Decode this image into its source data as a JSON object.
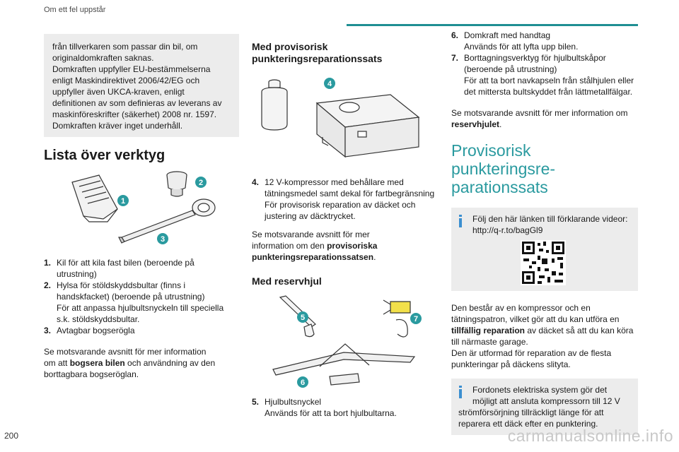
{
  "header": {
    "section_title": "Om ett fel uppstår"
  },
  "page_number": "200",
  "watermark": "carmanualsonline.info",
  "col1": {
    "note_lines": [
      "från tillverkaren som passar din bil, om",
      "originaldomkraften saknas.",
      "Domkraften uppfyller EU-bestämmelserna",
      "enligt Maskindirektivet 2006/42/EG och",
      "uppfyller även UKCA-kraven, enligt",
      "definitionen av som definieras av leverans av",
      "maskinföreskrifter (säkerhet) 2008 nr. 1597.",
      "Domkraften kräver inget underhåll."
    ],
    "heading": "Lista över verktyg",
    "items": [
      {
        "num": "1.",
        "lines": [
          "Kil för att kila fast bilen (beroende på",
          "utrustning)"
        ]
      },
      {
        "num": "2.",
        "lines": [
          "Hylsa för stöldskyddsbultar (finns i",
          "handskfacket) (beroende på utrustning)",
          "För att anpassa hjulbultsnyckeln till speciella",
          "s.k. stöldskyddsbultar."
        ]
      },
      {
        "num": "3.",
        "lines": [
          "Avtagbar bogserögla"
        ]
      }
    ],
    "ref_pre_1": "Se motsvarande avsnitt för mer information",
    "ref_pre_2": "om att ",
    "ref_bold": "bogsera bilen",
    "ref_post": " och användning av den",
    "ref_line3": "borttagbara bogseröglan."
  },
  "col2": {
    "heading1_l1": "Med provisorisk",
    "heading1_l2": "punkteringsreparationssats",
    "item4": {
      "num": "4.",
      "lines": [
        "12 V-kompressor med behållare med",
        "tätningsmedel samt dekal för fartbegränsning",
        "För provisorisk reparation av däcket och",
        "justering av däcktrycket."
      ]
    },
    "ref_l1": "Se motsvarande avsnitt för mer",
    "ref_l2_pre": "information om den ",
    "ref_l2_bold": "provisoriska",
    "ref_l3_bold": "punkteringsreparationssatsen",
    "ref_l3_post": ".",
    "heading2": "Med reservhjul",
    "item5": {
      "num": "5.",
      "lines": [
        "Hjulbultsnyckel",
        "Används för att ta bort hjulbultarna."
      ]
    }
  },
  "col3": {
    "item6": {
      "num": "6.",
      "lines": [
        "Domkraft med handtag",
        "Används för att lyfta upp bilen."
      ]
    },
    "item7": {
      "num": "7.",
      "lines": [
        "Borttagningsverktyg för hjulbultskåpor",
        "(beroende på utrustning)",
        "För att ta bort navkapseln från stålhjulen eller",
        "det mittersta bultskyddet från lättmetallfälgar."
      ]
    },
    "ref_l1": "Se motsvarande avsnitt för mer information om",
    "ref_bold": "reservhjulet",
    "ref_post": ".",
    "teal_heading_l1": "Provisorisk punkteringsre-",
    "teal_heading_l2": "parationssats",
    "video_l1": "Följ den här länken till förklarande videor:",
    "video_l2": "http://q-r.to/bagGl9",
    "desc_l1": "Den består av en kompressor och en",
    "desc_l2": "tätningspatron, vilket gör att du kan utföra en",
    "desc_l3_bold": "tillfällig reparation",
    "desc_l3_post": " av däcket så att du kan köra",
    "desc_l4": "till närmaste garage.",
    "desc_l5": "Den är utformad för reparation av de flesta",
    "desc_l6": "punkteringar på däckens slityta.",
    "info_l1": "Fordonets elektriska system gör det",
    "info_l2": "möjligt att ansluta kompressorn till 12 V",
    "info_l3": "strömförsörjning tillräckligt länge för att",
    "info_l4": "reparera ett däck efter en punktering."
  },
  "callouts": [
    "1",
    "2",
    "3",
    "4",
    "5",
    "6",
    "7"
  ],
  "colors": {
    "accent": "#1f8f93",
    "callout": "#2a9a9f",
    "info_icon": "#3b8fd0",
    "box_bg": "#ececec"
  }
}
